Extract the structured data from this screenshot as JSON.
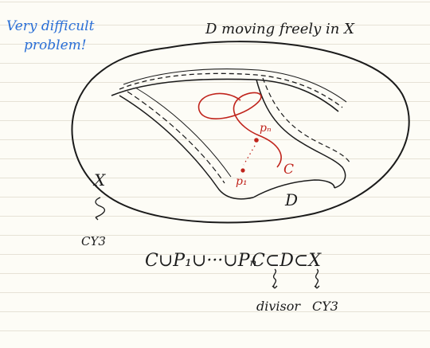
{
  "annotation": {
    "line1": "Very difficult",
    "line2": "problem!",
    "color": "#2b6fd6"
  },
  "title": "D moving freely in X",
  "labels": {
    "X": "X",
    "arrow": "↯",
    "cy3_left": "CY3",
    "D": "D",
    "C": "C",
    "pn": "pₙ",
    "p1": "p₁"
  },
  "bottom": {
    "union": "C∪P₁∪···∪Pₙ",
    "inclusion": "C⊂D⊂X",
    "divisor": "divisor",
    "cy3": "CY3"
  },
  "colors": {
    "ink": "#1b1b1b",
    "red": "#c0241c",
    "blue": "#2b6fd6"
  }
}
